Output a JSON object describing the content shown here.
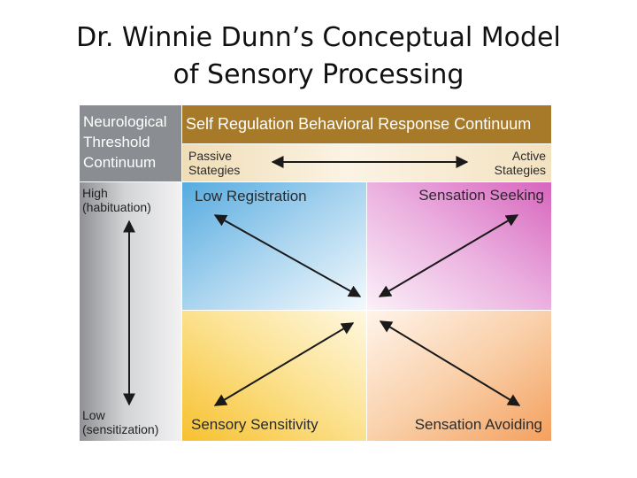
{
  "title": {
    "line1": "Dr. Winnie Dunn’s Conceptual Model",
    "line2": "of Sensory Processing"
  },
  "corner_header": {
    "line1": "Neurological",
    "line2": "Threshold",
    "line3": "Continuum"
  },
  "top_header": "Self Regulation Behavioral Response Continuum",
  "strategies": {
    "passive": {
      "line1": "Passive",
      "line2": "Stategies"
    },
    "active": {
      "line1": "Active",
      "line2": "Stategies"
    }
  },
  "threshold": {
    "high": {
      "line1": "High",
      "line2": "(habituation)"
    },
    "low": {
      "line1": "Low",
      "line2": "(sensitization)"
    }
  },
  "quadrants": {
    "low_registration": "Low Registration",
    "sensation_seeking": "Sensation Seeking",
    "sensory_sensitivity": "Sensory Sensitivity",
    "sensation_avoiding": "Sensation Avoiding"
  },
  "colors": {
    "corner_header": "#8a8d91",
    "top_header": "#a77a2a",
    "low_registration": "#56abe0",
    "sensation_seeking": "#d765bd",
    "sensory_sensitivity": "#f7c12f",
    "sensation_avoiding": "#f4a05e",
    "arrow": "#1a1a1a"
  }
}
